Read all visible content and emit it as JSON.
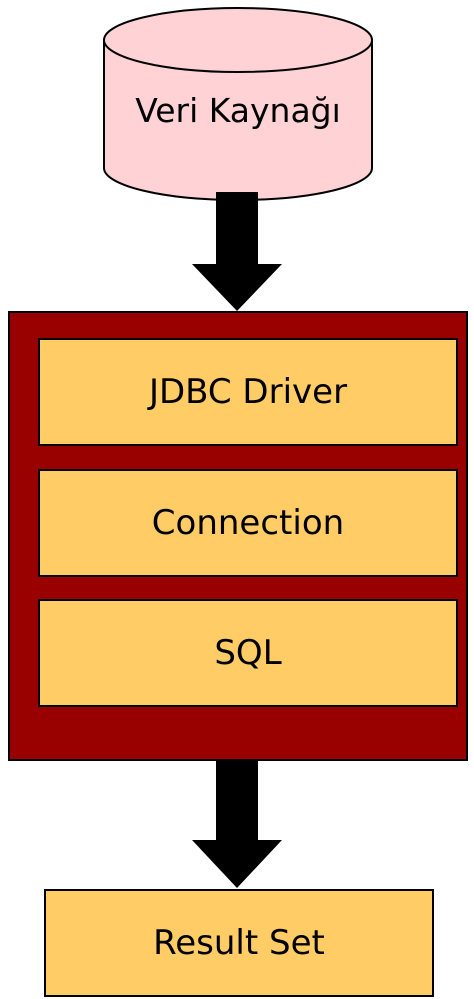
{
  "datasource": {
    "label": "Veri Kaynağı",
    "fill": "#FFD2D6",
    "stroke": "#000000"
  },
  "container": {
    "fill": "#990000"
  },
  "steps": [
    {
      "label": "JDBC Driver"
    },
    {
      "label": "Connection"
    },
    {
      "label": "SQL"
    }
  ],
  "result": {
    "label": "Result Set"
  },
  "colors": {
    "box_fill": "#FFCC66",
    "arrow": "#000000",
    "text": "#000000"
  },
  "icons": {
    "datasource": "database-cylinder-icon",
    "flow": "arrow-down-icon"
  }
}
